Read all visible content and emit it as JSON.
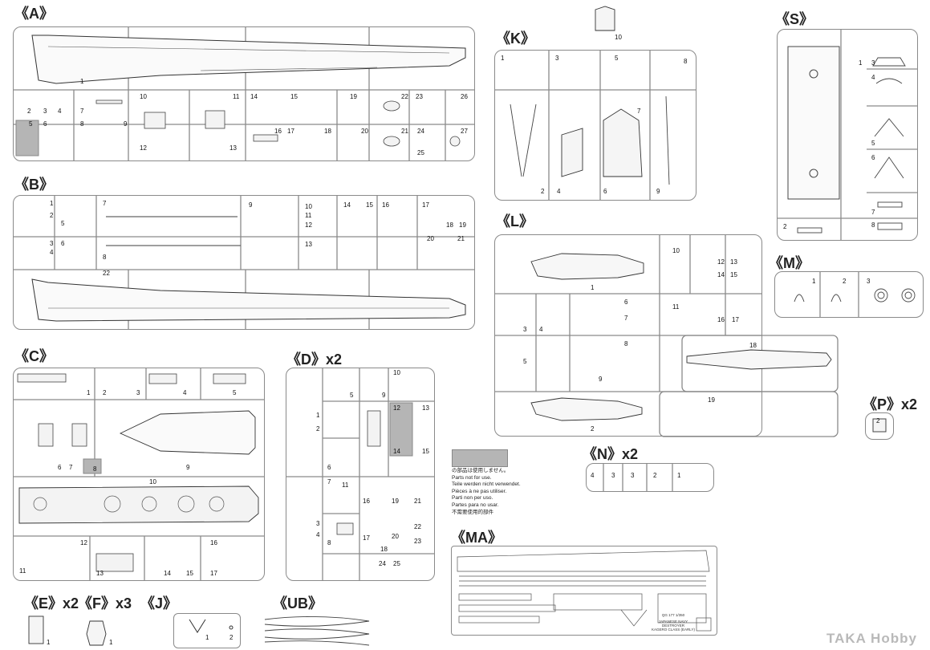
{
  "sprues": {
    "A": "《A》",
    "B": "《B》",
    "C": "《C》",
    "D": "《D》x2",
    "E": "《E》x2",
    "F": "《F》x3",
    "J": "《J》",
    "UB": "《UB》",
    "K": "《K》",
    "L": "《L》",
    "S": "《S》",
    "M": "《M》",
    "P": "《P》x2",
    "N": "《N》x2",
    "MA": "《MA》"
  },
  "parts_not_used_legend": [
    "の部品は使用しません。",
    "Parts not for use.",
    "Teile werden nicht verwendet.",
    "Pièces à ne pas utiliser.",
    "Parti non per uso.",
    "Partes para no usar.",
    "不需要使用的部件"
  ],
  "etch_labels": {
    "line1": "JAPANESE NAVY DESTROYER",
    "line2": "KAGERO CLASS (EARLY)",
    "code": "QG 177",
    "scale": "1/350"
  },
  "watermark": "TAKA Hobby",
  "numbers": {
    "A": [
      "1",
      "2",
      "3",
      "4",
      "5",
      "6",
      "7",
      "8",
      "9",
      "10",
      "11",
      "12",
      "13",
      "14",
      "15",
      "16",
      "17",
      "18",
      "19",
      "20",
      "21",
      "22",
      "23",
      "24",
      "25",
      "26",
      "27"
    ],
    "B": [
      "1",
      "2",
      "3",
      "4",
      "5",
      "6",
      "7",
      "8",
      "9",
      "10",
      "11",
      "12",
      "13",
      "14",
      "15",
      "16",
      "17",
      "18",
      "19",
      "20",
      "21",
      "22"
    ],
    "C": [
      "1",
      "2",
      "3",
      "4",
      "5",
      "6",
      "7",
      "8",
      "9",
      "10",
      "11",
      "12",
      "13",
      "14",
      "15",
      "16",
      "17"
    ],
    "D": [
      "1",
      "2",
      "3",
      "4",
      "5",
      "6",
      "7",
      "8",
      "9",
      "10",
      "11",
      "12",
      "13",
      "14",
      "15",
      "16",
      "17",
      "18",
      "19",
      "20",
      "21",
      "22",
      "23",
      "24",
      "25"
    ],
    "K": [
      "1",
      "2",
      "3",
      "4",
      "5",
      "6",
      "7",
      "8",
      "9",
      "10"
    ],
    "L": [
      "1",
      "2",
      "3",
      "4",
      "5",
      "6",
      "7",
      "8",
      "9",
      "10",
      "11",
      "12",
      "13",
      "14",
      "15",
      "16",
      "17",
      "18",
      "19"
    ],
    "S": [
      "1",
      "2",
      "3",
      "4",
      "5",
      "6",
      "7",
      "8"
    ],
    "M": [
      "1",
      "2",
      "3"
    ],
    "N": [
      "4",
      "3",
      "3",
      "2",
      "1"
    ],
    "P": [
      "2"
    ],
    "E": [
      "1"
    ],
    "F": [
      "1"
    ],
    "J": [
      "1",
      "2"
    ]
  }
}
